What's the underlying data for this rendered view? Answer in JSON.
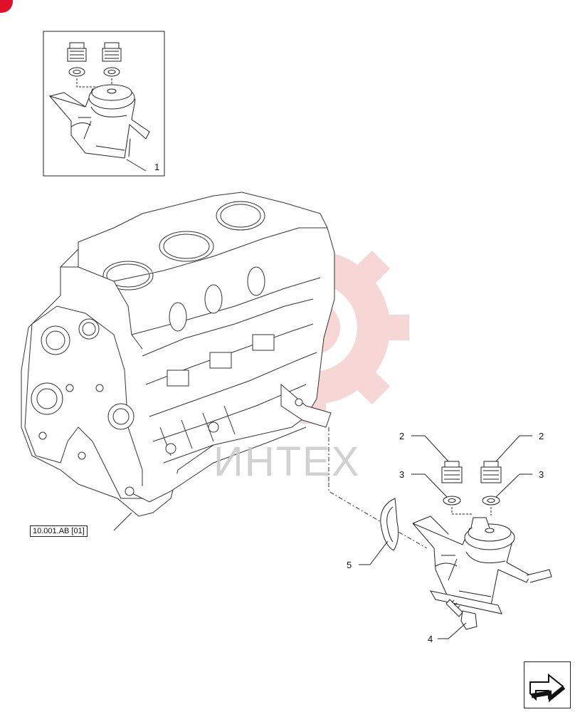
{
  "diagram": {
    "callouts": [
      {
        "id": "1",
        "text": "1"
      },
      {
        "id": "2a",
        "text": "2"
      },
      {
        "id": "2b",
        "text": "2"
      },
      {
        "id": "3a",
        "text": "3"
      },
      {
        "id": "3b",
        "text": "3"
      },
      {
        "id": "4",
        "text": "4"
      },
      {
        "id": "5",
        "text": "5"
      }
    ],
    "reference_label": "10.001.AB [01]",
    "watermark_text": "ИНТЕХ",
    "colors": {
      "line": "#222222",
      "watermark": "#f2b5b5",
      "corner_badge": "#e0102a"
    }
  }
}
